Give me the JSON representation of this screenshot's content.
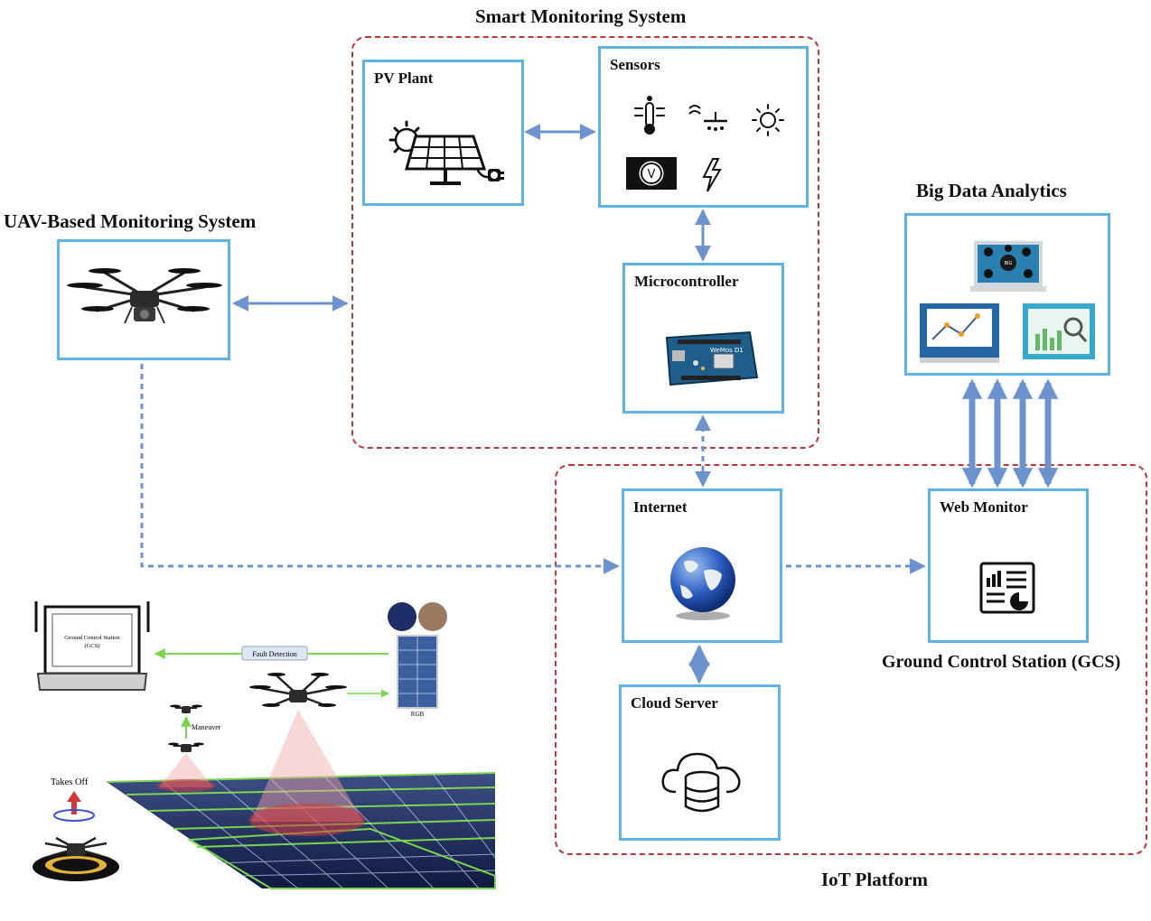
{
  "titles": {
    "smart_monitoring": "Smart Monitoring System",
    "uav_monitoring": "UAV-Based Monitoring System",
    "big_data": "Big Data Analytics",
    "iot_platform": "IoT Platform",
    "gcs": "Ground Control Station (GCS)"
  },
  "boxes": {
    "pv_plant": "PV Plant",
    "sensors": "Sensors",
    "microcontroller": "Microcontroller",
    "internet": "Internet",
    "web_monitor": "Web Monitor",
    "cloud_server": "Cloud Server"
  },
  "uav_scene": {
    "gcs_screen_line1": "Ground Control Station",
    "gcs_screen_line2": "(GCS)",
    "fault_detection": "Fault Detection",
    "maneuver": "Maneuver",
    "takes_off": "Takes Off",
    "rgb": "RGB",
    "arduino_label": "WeMos D1"
  },
  "icons": {
    "pv": "solar-panel-icon",
    "temperature": "thermometer-icon",
    "humidity": "humidity-icon",
    "sun": "sun-icon",
    "voltmeter": "voltmeter-icon",
    "lightning": "lightning-icon",
    "globe": "globe-icon",
    "cloud": "cloud-database-icon",
    "report": "report-icon"
  },
  "colors": {
    "box_border": "#5fb3e3",
    "group_border": "#b8393b",
    "arrow": "#6d93cf",
    "fault_line": "#7ad64e"
  }
}
